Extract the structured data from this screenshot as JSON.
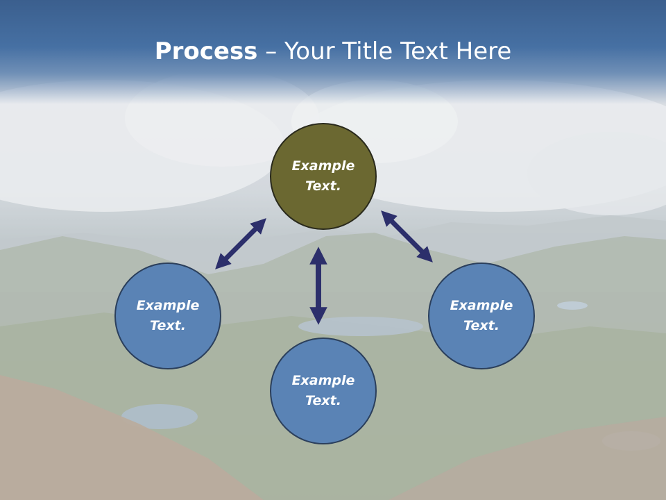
{
  "title": {
    "bold": "Process",
    "rest": " – Your Title Text Here"
  },
  "nodes": {
    "top": "Example\nText.",
    "left": "Example\nText.",
    "right": "Example\nText.",
    "bottom": "Example\nText."
  },
  "colors": {
    "title_band": "#4670a3",
    "node_blue": "#5a83b5",
    "node_olive": "#6b6831",
    "arrow": "#2c2f6b"
  }
}
